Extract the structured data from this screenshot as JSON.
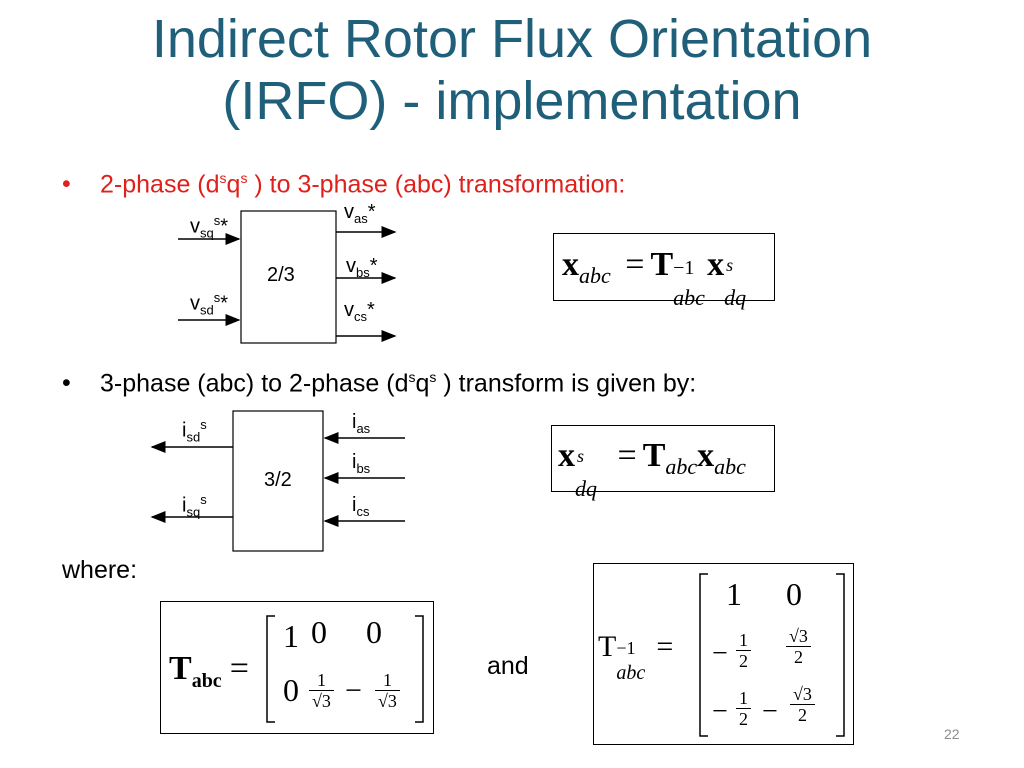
{
  "slide": {
    "title_line1": "Indirect Rotor Flux Orientation",
    "title_line2": "(IRFO) - implementation",
    "page_number": "22",
    "where_label": "where:",
    "and_label": "and"
  },
  "bullet1": {
    "text_a": "2-phase (d",
    "sup1": "s",
    "text_b": "q",
    "sup2": "s",
    "text_c": " ) to 3-phase (abc) transformation:"
  },
  "bullet2": {
    "text_a": "3-phase (abc) to 2-phase (d",
    "sup1": "s",
    "text_b": "q",
    "sup2": "s",
    "text_c": " ) transform is given by:"
  },
  "diagram1": {
    "block_label": "2/3",
    "in_sq_main": "v",
    "in_sq_sub": "sq",
    "in_sq_sup": "s",
    "in_sq_star": "*",
    "in_sd_main": "v",
    "in_sd_sub": "sd",
    "in_sd_sup": "s",
    "in_sd_star": "*",
    "out_a_main": "v",
    "out_a_sub": "as",
    "out_a_star": "*",
    "out_b_main": "v",
    "out_b_sub": "bs",
    "out_b_star": "*",
    "out_c_main": "v",
    "out_c_sub": "cs",
    "out_c_star": "*"
  },
  "diagram2": {
    "block_label": "3/2",
    "out_sd_main": "i",
    "out_sd_sub": "sd",
    "out_sd_sup": "s",
    "out_sq_main": "i",
    "out_sq_sub": "sq",
    "out_sq_sup": "s",
    "in_a_main": "i",
    "in_a_sub": "as",
    "in_b_main": "i",
    "in_b_sub": "bs",
    "in_c_main": "i",
    "in_c_sub": "cs"
  },
  "eq1": {
    "lhs": "x",
    "lhs_sub": "abc",
    "eq": "=",
    "T": "T",
    "T_sup": "−1",
    "T_sub": "abc",
    "x": "x",
    "x_sup": "s",
    "x_sub": "dq"
  },
  "eq2": {
    "lhs": "x",
    "lhs_sup": "s",
    "lhs_sub": "dq",
    "eq": "=",
    "T": "T",
    "T_sub": "abc",
    "x": "x",
    "x_sub": "abc"
  },
  "matrix_T": {
    "name": "T",
    "name_sub": "abc",
    "eq": "=",
    "r1c1": "1",
    "r1c2": "0",
    "r1c3": "0",
    "r2c1": "0",
    "r2c2_num": "1",
    "r2c2_den": "√3",
    "minus": "−",
    "r2c3_num": "1",
    "r2c3_den": "√3"
  },
  "matrix_Tinv": {
    "name": "T",
    "name_sup": "−1",
    "name_sub": "abc",
    "eq": "=",
    "r1c1": "1",
    "r1c2": "0",
    "r2_minus": "−",
    "r2c1_num": "1",
    "r2c1_den": "2",
    "r2c2_num": "√3",
    "r2c2_den": "2",
    "r3_minus1": "−",
    "r3c1_num": "1",
    "r3c1_den": "2",
    "r3_minus2": "−",
    "r3c2_num": "√3",
    "r3c2_den": "2"
  }
}
